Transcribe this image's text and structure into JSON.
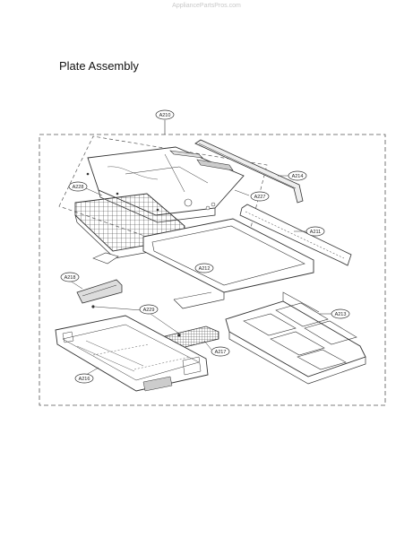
{
  "watermark": "AppliancePartsPros.com",
  "title": "Plate Assembly",
  "callouts": {
    "A210": "A210",
    "A214": "A214",
    "A228": "A228",
    "A227": "A227",
    "A211": "A211",
    "A212": "A212",
    "A218": "A218",
    "A229": "A229",
    "A213": "A213",
    "A217": "A217",
    "A216": "A216"
  },
  "colors": {
    "line": "#333333",
    "dash": "#555555",
    "watermark": "#c8c8c8"
  }
}
